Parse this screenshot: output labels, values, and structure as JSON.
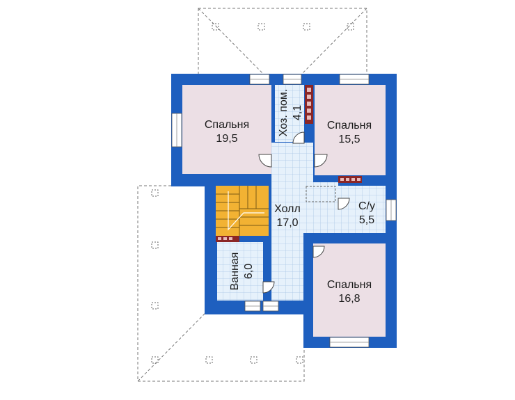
{
  "rooms": {
    "bedroom_nw": {
      "name": "Спальня",
      "area": "19,5"
    },
    "utility": {
      "name": "Хоз. пом.",
      "area": "4,1"
    },
    "bedroom_ne": {
      "name": "Спальня",
      "area": "15,5"
    },
    "hall": {
      "name": "Холл",
      "area": "17,0"
    },
    "wc": {
      "name": "С/у",
      "area": "5,5"
    },
    "bathroom": {
      "name": "Ванная",
      "area": "6,0"
    },
    "bedroom_se": {
      "name": "Спальня",
      "area": "16,8"
    }
  },
  "colors": {
    "wall": "#1e5fbf",
    "bedroom_fill": "#ecdfe5",
    "tile_fill": "#e6f1fb",
    "tile_line": "#a9c6e6",
    "stairs": "#f2b233",
    "chimney": "#8b2626",
    "roof_line": "#777777"
  }
}
